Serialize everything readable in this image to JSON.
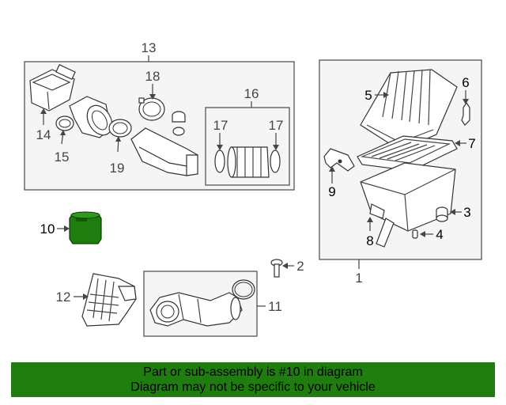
{
  "callouts": {
    "c1": "1",
    "c2": "2",
    "c3": "3",
    "c4": "4",
    "c5": "5",
    "c6": "6",
    "c7": "7",
    "c8": "8",
    "c9": "9",
    "c10": "10",
    "c11": "11",
    "c12": "12",
    "c13": "13",
    "c14": "14",
    "c15": "15",
    "c16": "16",
    "c17a": "17",
    "c17b": "17",
    "c18": "18",
    "c19": "19"
  },
  "highlight_color": "#1f7d10",
  "banner": {
    "line1": "Part or sub-assembly is #10 in diagram",
    "line2": "Diagram may not be specific to your vehicle"
  }
}
